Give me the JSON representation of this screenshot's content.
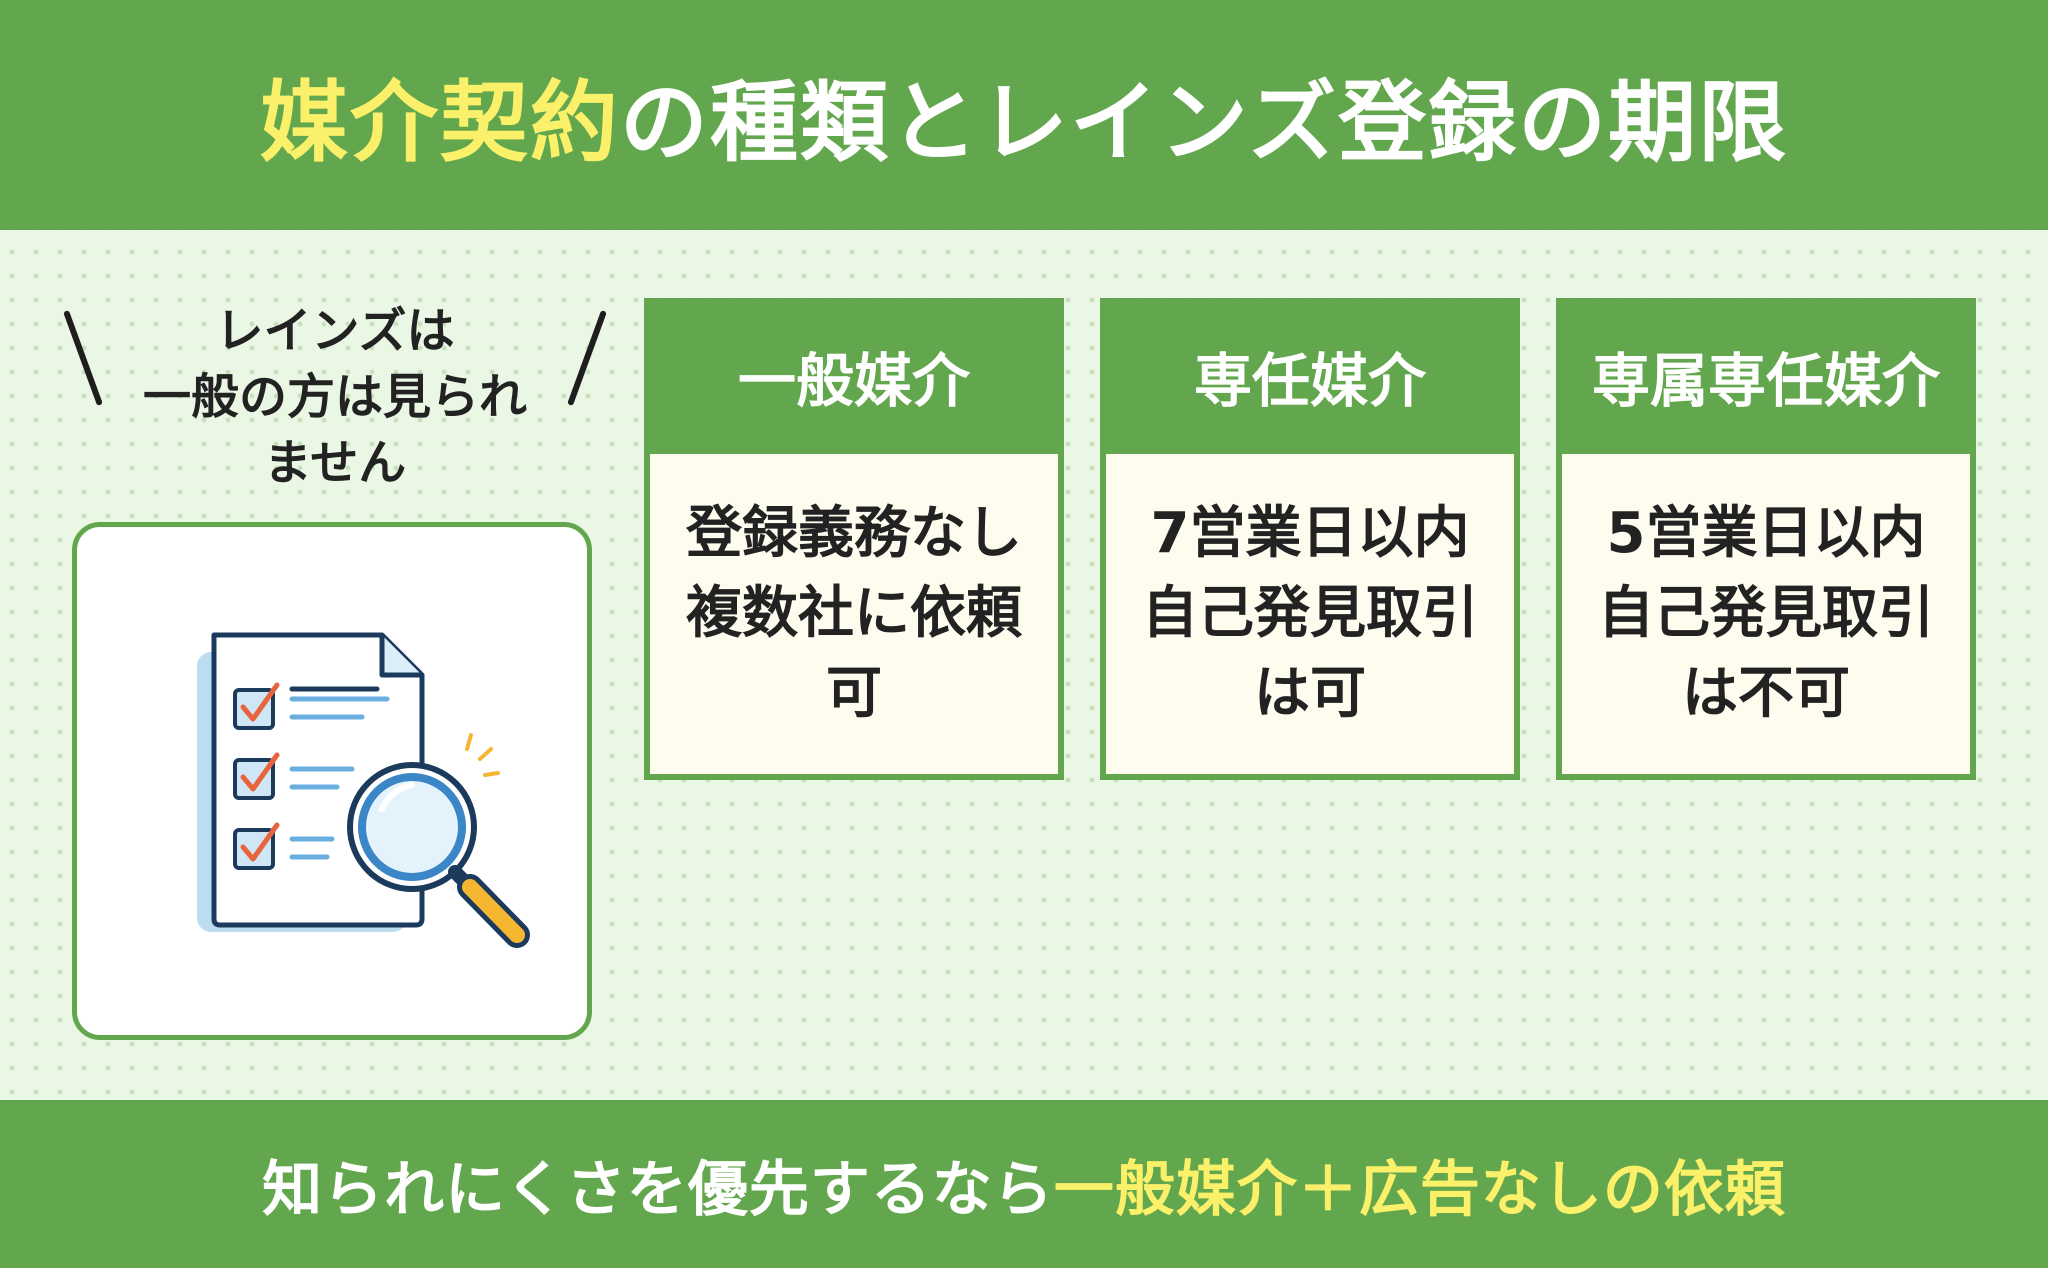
{
  "header": {
    "title_highlight": "媒介契約",
    "title_rest": "の種類とレインズ登録の期限"
  },
  "bubble": {
    "lines": [
      "レインズは",
      "一般の方は見られ",
      "ません"
    ]
  },
  "icon": {
    "name": "checklist-magnifier-icon"
  },
  "cards": [
    {
      "title": "一般媒介",
      "lines": [
        "登録義務なし",
        "複数社に依頼",
        "可"
      ]
    },
    {
      "title": "専任媒介",
      "lines": [
        "7営業日以内",
        "自己発見取引",
        "は可"
      ]
    },
    {
      "title": "専属専任媒介",
      "lines": [
        "5営業日以内",
        "自己発見取引",
        "は不可"
      ]
    }
  ],
  "footer": {
    "text_plain": "知られにくさを優先するなら",
    "text_highlight": "一般媒介＋広告なしの依頼"
  },
  "colors": {
    "green": "#62a74d",
    "highlight_yellow": "#fbf06a",
    "background": "#ebf7e5",
    "card_body": "#fefcef"
  }
}
